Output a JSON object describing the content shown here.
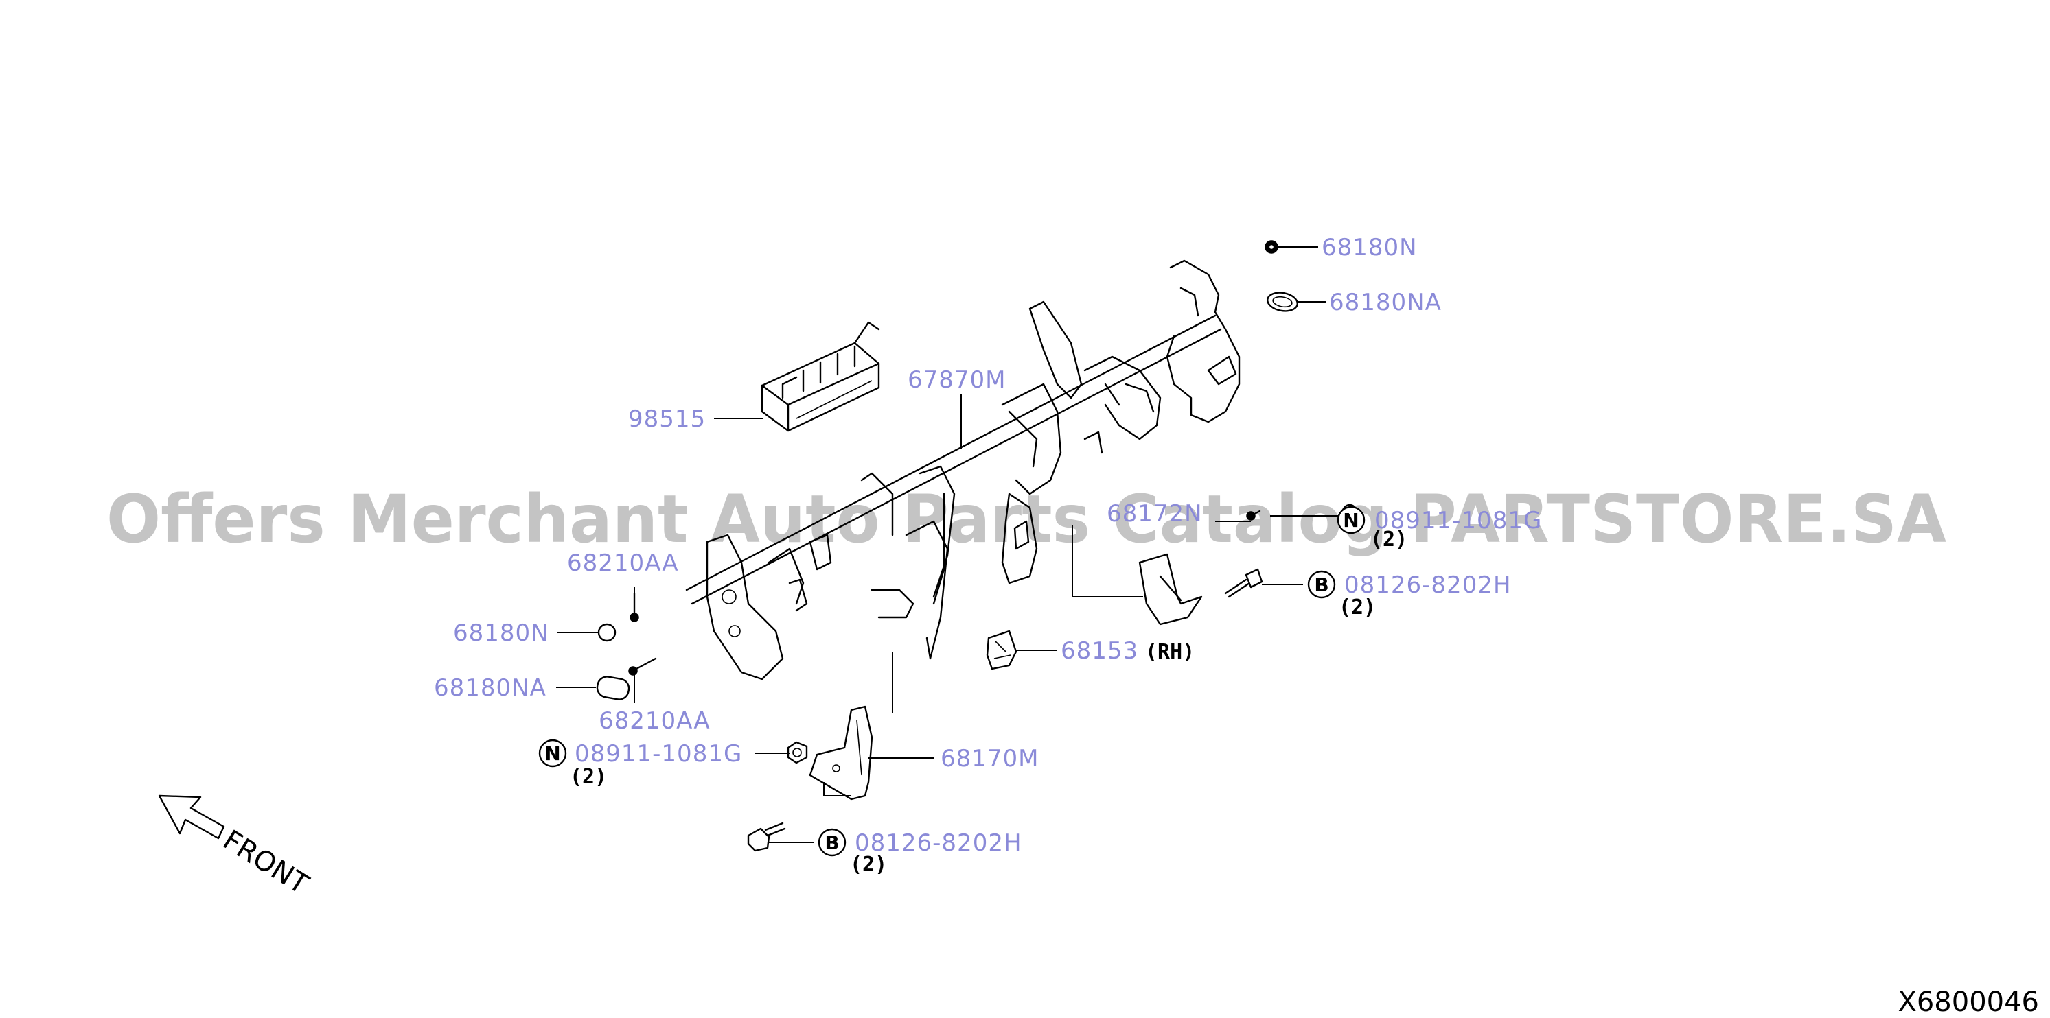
{
  "colors": {
    "background": "#ffffff",
    "line": "#000000",
    "part_label": "#8a8ad8",
    "watermark": "#c4c4c4",
    "annotation": "#000000"
  },
  "watermark": {
    "text": "Offers Merchant Auto Parts Catalog PARTSTORE.SA"
  },
  "diagram_id": "X6800046",
  "front_indicator": {
    "text": "FRONT",
    "icon": "arrow-front-icon"
  },
  "parts": {
    "p_68180n_top": {
      "label": "68180N"
    },
    "p_68180na_top": {
      "label": "68180NA"
    },
    "p_67870m": {
      "label": "67870M"
    },
    "p_98515": {
      "label": "98515"
    },
    "p_68172n": {
      "label": "68172N"
    },
    "p_08911_1081g_right": {
      "label": "08911-1081G",
      "circle": "N",
      "qty": "(2)"
    },
    "p_08126_8202h_right": {
      "label": "08126-8202H",
      "circle": "B",
      "qty": "(2)"
    },
    "p_68210aa_top": {
      "label": "68210AA"
    },
    "p_68180n_left": {
      "label": "68180N"
    },
    "p_68180na_left": {
      "label": "68180NA"
    },
    "p_68210aa_bottom": {
      "label": "68210AA"
    },
    "p_68153": {
      "label": "68153",
      "note": "(RH)"
    },
    "p_08911_1081g_left": {
      "label": "08911-1081G",
      "circle": "N",
      "qty": "(2)"
    },
    "p_68170m": {
      "label": "68170M"
    },
    "p_08126_8202h_bottom": {
      "label": "08126-8202H",
      "circle": "B",
      "qty": "(2)"
    }
  }
}
